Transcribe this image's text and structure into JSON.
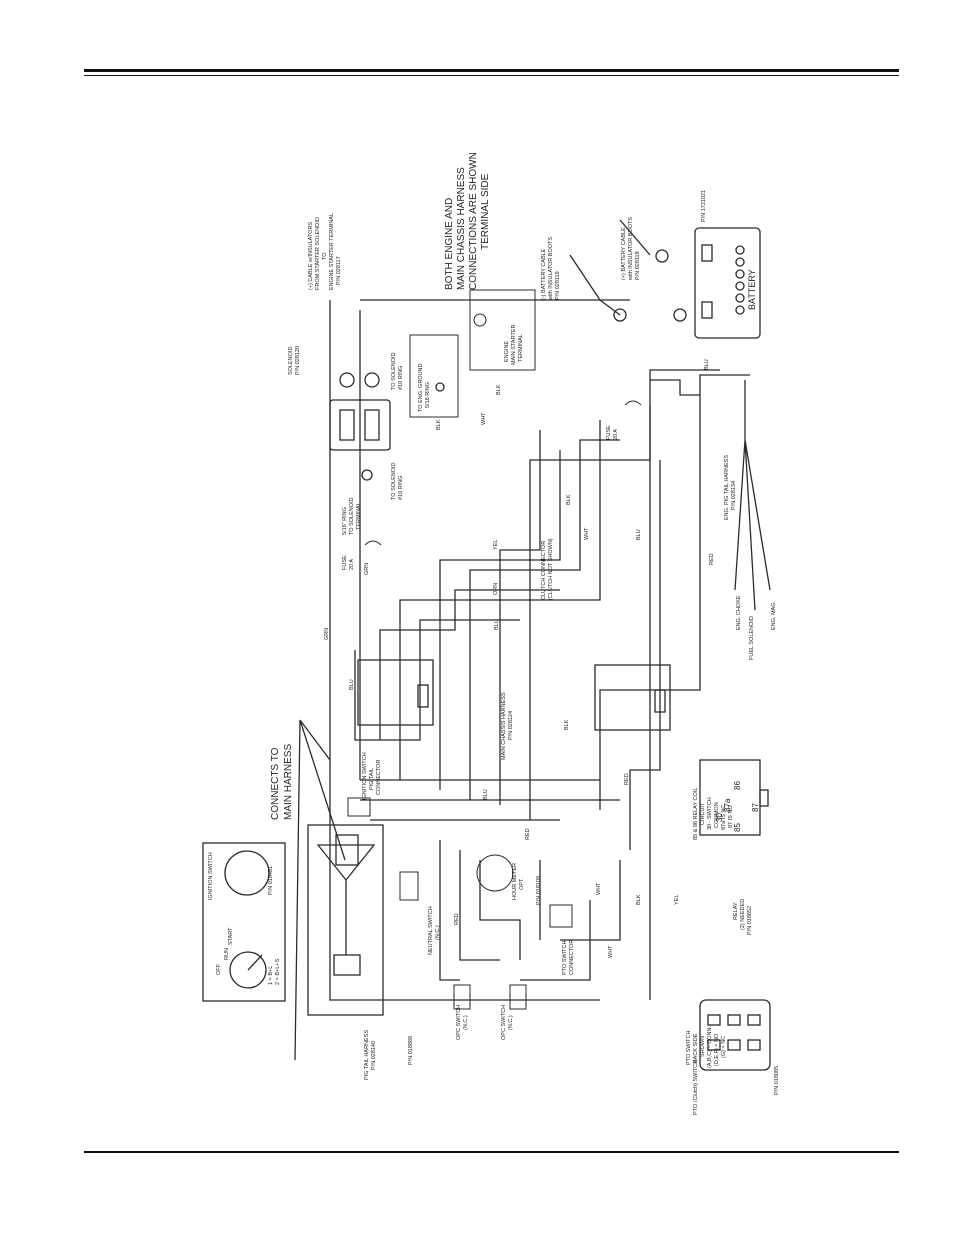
{
  "labels": {
    "connections_note_1": "BOTH ENGINE AND",
    "connections_note_2": "MAIN CHASSIS HARNESS",
    "connections_note_3": "CONNECTIONS ARE SHOWN",
    "connections_note_4": "TERMINAL SIDE",
    "connects_to_1": "CONNECTS TO",
    "connects_to_2": "MAIN HARNESS",
    "battery": "BATTERY",
    "battery_pn": "P/N 1721021",
    "neg_cable_1": "(-) BATTERY CABLE",
    "neg_cable_2": "with INSULATOR BOOTS",
    "neg_cable_3": "P/N 028119",
    "pos_cable_1": "(+) BATTERY CABLE",
    "pos_cable_2": "with INSULATOR BOOTS",
    "pos_cable_3": "P/N 028118",
    "cable_starter_1": "(+) CABLE w/INSULATORS",
    "cable_starter_2": "FROM STARTER SOLENOID",
    "cable_starter_3": "TO",
    "cable_starter_4": "ENGINE STARTER TERMINAL",
    "cable_starter_5": "P/N 028117",
    "engine_starter_1": "ENGINE",
    "engine_starter_2": "MAIN STARTER",
    "engine_starter_3": "TERMINAL",
    "eng_ground_1": "TO ENG. GROUND",
    "eng_ground_2": "5/16 RING",
    "solenoid_1": "SOLENOID",
    "solenoid_2": "P/N 028120",
    "to_solenoid_ring": "TO SOLENOID",
    "ring_10": "#10 RING",
    "grn_wire": "GRN",
    "ring_516_1": "5/16\" RING",
    "ring_516_2": "TO SOLENOID",
    "ring_516_3": "TERMINAL",
    "fuse_20_a": "FUSE",
    "fuse_20_b": "20 A",
    "fuse_20_c": "FUSE",
    "fuse_20_d": "20 A",
    "clutch_1": "CLUTCH CONNECTOR",
    "clutch_2": "(CLUTCH NOT SHOWN)",
    "main_harness_1": "MAIN CHASSIS HARNESS",
    "main_harness_2": "P/N 028124",
    "eng_pigtail_1": "ENG. PIG TAIL HARNESS",
    "eng_pigtail_2": "P/N 028134",
    "choke": "ENG. CHOKE",
    "fuel_solenoid": "FUEL SOLENOID",
    "eng_mag": "ENG. MAG.",
    "ignition_pigtail_1": "IGNITION SWITCH",
    "ignition_pigtail_2": "PIG TAIL",
    "ignition_pigtail_3": "CONNECTOR",
    "ignition_switch": "IGNITION SWITCH",
    "ign_off": "OFF",
    "ign_run": "RUN",
    "ign_start": "START",
    "ign_pos1": "1 = B+L",
    "ign_pos2": "2 = B+L+S",
    "ign_pn": "P/N 018481",
    "pigtail_harness_1": "PIG TAIL HARNESS",
    "pigtail_harness_2": "P/N 028140",
    "neutral_1": "NEUTRAL SWITCH",
    "neutral_2": "(N.C.)",
    "hour_meter_1": "HOUR METER",
    "hour_meter_2": "OPT.",
    "hour_meter_pn": "P/N 018109",
    "ops_switch_1": "OPC SWITCH",
    "ops_switch_2": "(N.C.)",
    "opc_switch_1": "OPC SWITCH",
    "opc_switch_2": "(N.C.)",
    "switch_pn": "P/N 018888",
    "pto_connector_1": "PTO SWITCH",
    "pto_connector_2": "CONNECTOR",
    "relay_1": "RELAY",
    "relay_2": "(2) NEEDED",
    "relay_3": "P/N 018852",
    "relay_note_1": "85 & 86 RELAY COIL",
    "relay_note_2": "CIRCUIT",
    "relay_note_3": "30 - SWITCH",
    "relay_note_4": "COMMON",
    "relay_note_5": "87a IS NC",
    "relay_note_6": "87 IS NO",
    "pto_switch_1": "PTO SWITCH",
    "pto_switch_2": "BACK SIDE",
    "pto_switch_3": "SHOWN",
    "pto_switch_4": "(A,B,C) = CONN.",
    "pto_switch_5": "(D,E,F) = NO",
    "pto_switch_6": "(G) = NC",
    "pto_clutch_1": "PTO (Clutch) SWITCH",
    "pto_clutch_pn": "P/N 018085",
    "pin_30": "30",
    "pin_85": "85",
    "pin_86": "86",
    "pin_87": "87",
    "pin_87a": "87a",
    "w_blu": "BLU",
    "w_red": "RED",
    "w_blk": "BLK",
    "w_wht": "WHT",
    "w_yel": "YEL",
    "w_orn": "ORN",
    "w_grn": "GRN"
  },
  "colors": {
    "line": "#2b2b2b",
    "text": "#222222",
    "rule": "#111111"
  }
}
